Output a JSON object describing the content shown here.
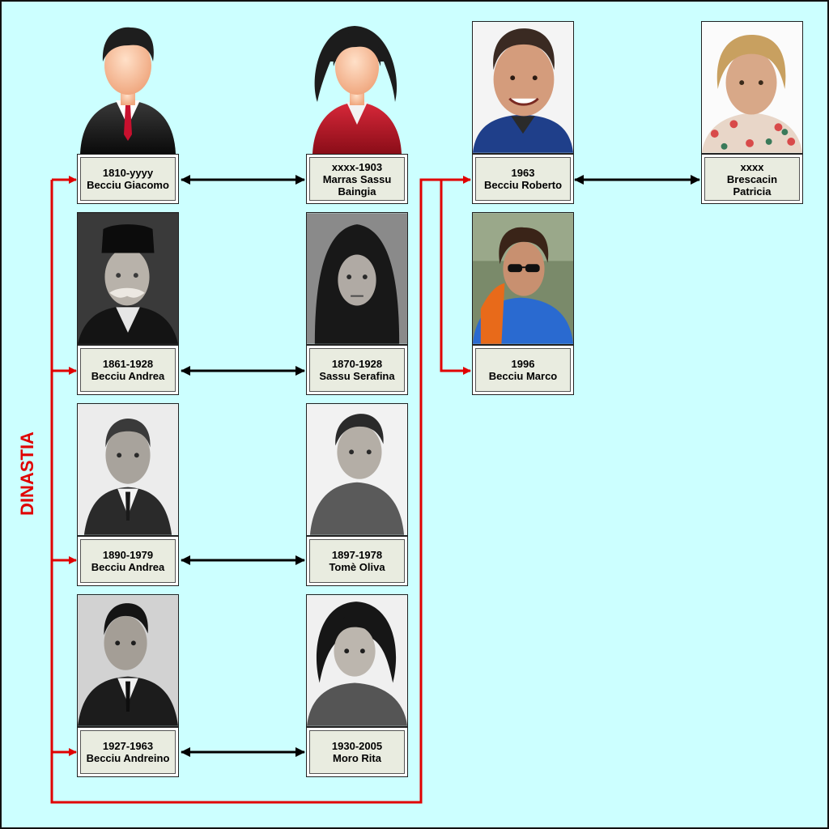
{
  "colors": {
    "background": "#ccffff",
    "dynasty_line": "#e00000",
    "marriage_arrow": "#000000",
    "label_fill": "#e9ece0"
  },
  "dynasty_label": "DINASTIA",
  "people": [
    {
      "id": "giacomo",
      "years": "1810-yyyy",
      "name": "Becciu Giacomo",
      "photo": "avatar-man-icon"
    },
    {
      "id": "baingia",
      "years": "xxxx-1903",
      "name": "Marras Sassu",
      "name2": "Baingia",
      "photo": "avatar-woman-icon"
    },
    {
      "id": "andrea1",
      "years": "1861-1928",
      "name": "Becciu Andrea",
      "photo": "portrait-man-hat"
    },
    {
      "id": "serafina",
      "years": "1870-1928",
      "name": "Sassu Serafina",
      "photo": "portrait-woman-veil"
    },
    {
      "id": "andrea2",
      "years": "1890-1979",
      "name": "Becciu Andrea",
      "photo": "portrait-man-suit"
    },
    {
      "id": "oliva",
      "years": "1897-1978",
      "name": "Tomè Oliva",
      "photo": "portrait-woman"
    },
    {
      "id": "andreino",
      "years": "1927-1963",
      "name": "Becciu Andreino",
      "photo": "portrait-young-man"
    },
    {
      "id": "rita",
      "years": "1930-2005",
      "name": "Moro Rita",
      "photo": "portrait-young-woman"
    },
    {
      "id": "roberto",
      "years": "1963",
      "name": "Becciu Roberto",
      "photo": "photo-man-color"
    },
    {
      "id": "patricia",
      "years": "xxxx",
      "name": "Brescacin",
      "name2": "Patricia",
      "photo": "photo-woman-color"
    },
    {
      "id": "marco",
      "years": "1996",
      "name": "Becciu Marco",
      "photo": "photo-young-man-sunglasses"
    }
  ]
}
